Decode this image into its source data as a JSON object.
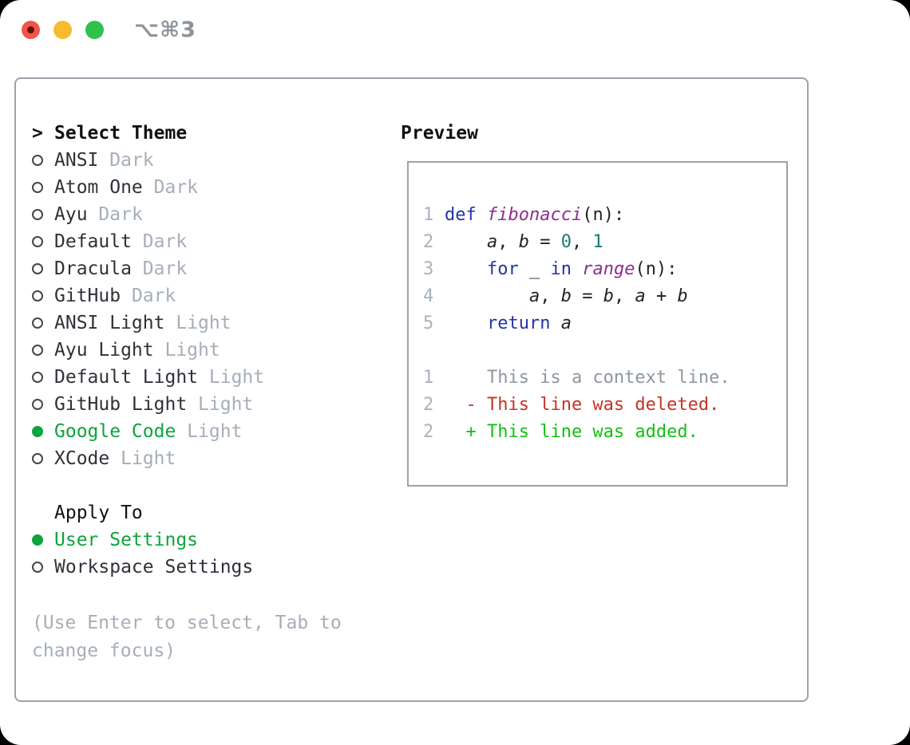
{
  "window": {
    "title": "⌥⌘3",
    "traffic_lights": [
      {
        "name": "close",
        "color_key": "traffic_red"
      },
      {
        "name": "minimize",
        "color_key": "traffic_yellow"
      },
      {
        "name": "zoom",
        "color_key": "traffic_green"
      }
    ]
  },
  "theme_panel": {
    "header": {
      "prompt": ">",
      "label": "Select Theme"
    },
    "themes": [
      {
        "name": "ANSI",
        "tag": "Dark",
        "selected": false
      },
      {
        "name": "Atom One",
        "tag": "Dark",
        "selected": false
      },
      {
        "name": "Ayu",
        "tag": "Dark",
        "selected": false
      },
      {
        "name": "Default",
        "tag": "Dark",
        "selected": false
      },
      {
        "name": "Dracula",
        "tag": "Dark",
        "selected": false
      },
      {
        "name": "GitHub",
        "tag": "Dark",
        "selected": false
      },
      {
        "name": "ANSI Light",
        "tag": "Light",
        "selected": false
      },
      {
        "name": "Ayu Light",
        "tag": "Light",
        "selected": false
      },
      {
        "name": "Default Light",
        "tag": "Light",
        "selected": false
      },
      {
        "name": "GitHub Light",
        "tag": "Light",
        "selected": false
      },
      {
        "name": "Google Code",
        "tag": "Light",
        "selected": true
      },
      {
        "name": "XCode",
        "tag": "Light",
        "selected": false
      }
    ],
    "apply_to": {
      "label": "Apply To",
      "options": [
        {
          "name": "User Settings",
          "selected": true
        },
        {
          "name": "Workspace Settings",
          "selected": false
        }
      ]
    },
    "hint": "(Use Enter to select, Tab to change focus)"
  },
  "preview": {
    "title": "Preview",
    "lines": [
      {
        "num": "1",
        "segments": [
          {
            "text": "def",
            "style": "kw"
          },
          {
            "text": " "
          },
          {
            "text": "fibonacci",
            "style": "fn"
          },
          {
            "text": "(n):"
          }
        ]
      },
      {
        "num": "2",
        "segments": [
          {
            "text": "    "
          },
          {
            "text": "a",
            "style": "var"
          },
          {
            "text": ", "
          },
          {
            "text": "b",
            "style": "var"
          },
          {
            "text": " = "
          },
          {
            "text": "0",
            "style": "num"
          },
          {
            "text": ", "
          },
          {
            "text": "1",
            "style": "num"
          }
        ]
      },
      {
        "num": "3",
        "segments": [
          {
            "text": "    "
          },
          {
            "text": "for",
            "style": "kw"
          },
          {
            "text": " _ "
          },
          {
            "text": "in",
            "style": "kw"
          },
          {
            "text": " "
          },
          {
            "text": "range",
            "style": "fn"
          },
          {
            "text": "(n):"
          }
        ]
      },
      {
        "num": "4",
        "segments": [
          {
            "text": "        "
          },
          {
            "text": "a",
            "style": "var"
          },
          {
            "text": ", "
          },
          {
            "text": "b",
            "style": "var"
          },
          {
            "text": " = "
          },
          {
            "text": "b",
            "style": "var"
          },
          {
            "text": ", "
          },
          {
            "text": "a",
            "style": "var"
          },
          {
            "text": " + "
          },
          {
            "text": "b",
            "style": "var"
          }
        ]
      },
      {
        "num": "5",
        "segments": [
          {
            "text": "    "
          },
          {
            "text": "return",
            "style": "kw"
          },
          {
            "text": " "
          },
          {
            "text": "a",
            "style": "var"
          }
        ]
      },
      {
        "num": "",
        "segments": []
      },
      {
        "num": "1",
        "segments": [
          {
            "text": "    This is a context line.",
            "style": "ctx"
          }
        ]
      },
      {
        "num": "2",
        "segments": [
          {
            "text": "  - This line was deleted.",
            "style": "del"
          }
        ]
      },
      {
        "num": "2",
        "segments": [
          {
            "text": "  + This line was added.",
            "style": "add"
          }
        ]
      }
    ]
  },
  "colors": {
    "window_bg": "#ffffff",
    "outside_bg": "#000000",
    "border_gray": "#9aa3ad",
    "heading_black": "#101114",
    "text_dark": "#2e3138",
    "dim_gray": "#a6aeb9",
    "circle_outline": "#43464d",
    "accent_green": "#0ca43c",
    "title_gray": "#8e939b",
    "traffic_red": "#f2544a",
    "traffic_red_dot": "#5f120c",
    "traffic_yellow": "#f8bb2f",
    "traffic_green": "#30c14c",
    "line_number_gray": "#a9b1bd",
    "code_text": "#1f2228",
    "keyword_blue": "#2334a6",
    "function_purple": "#8d2e8d",
    "number_teal": "#187a74",
    "context_gray": "#8f969f",
    "deleted_red": "#c43424",
    "added_green": "#13c113"
  }
}
